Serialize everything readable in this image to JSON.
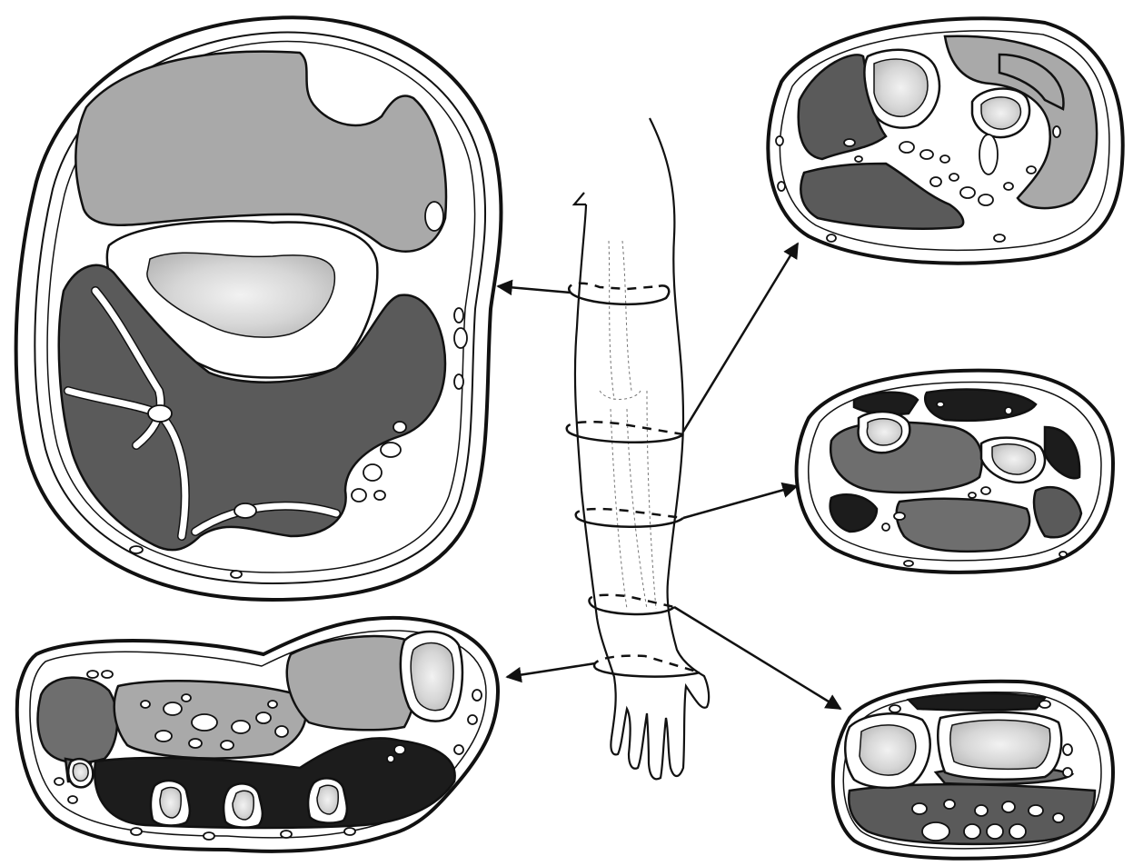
{
  "figure": {
    "subject": "arm",
    "sections": [
      "upper-arm-cross-section",
      "proximal-forearm-cross-section",
      "mid-forearm-cross-section",
      "distal-forearm-cross-section",
      "hand-cross-section"
    ]
  },
  "colors": {
    "background": "#ffffff",
    "outline": "#111111",
    "muscle_light": "#a9a9a9",
    "muscle_mid": "#6e6e6e",
    "muscle_dark": "#5a5a5a",
    "muscle_black": "#1c1c1c",
    "bone": "#d6d6d6"
  }
}
